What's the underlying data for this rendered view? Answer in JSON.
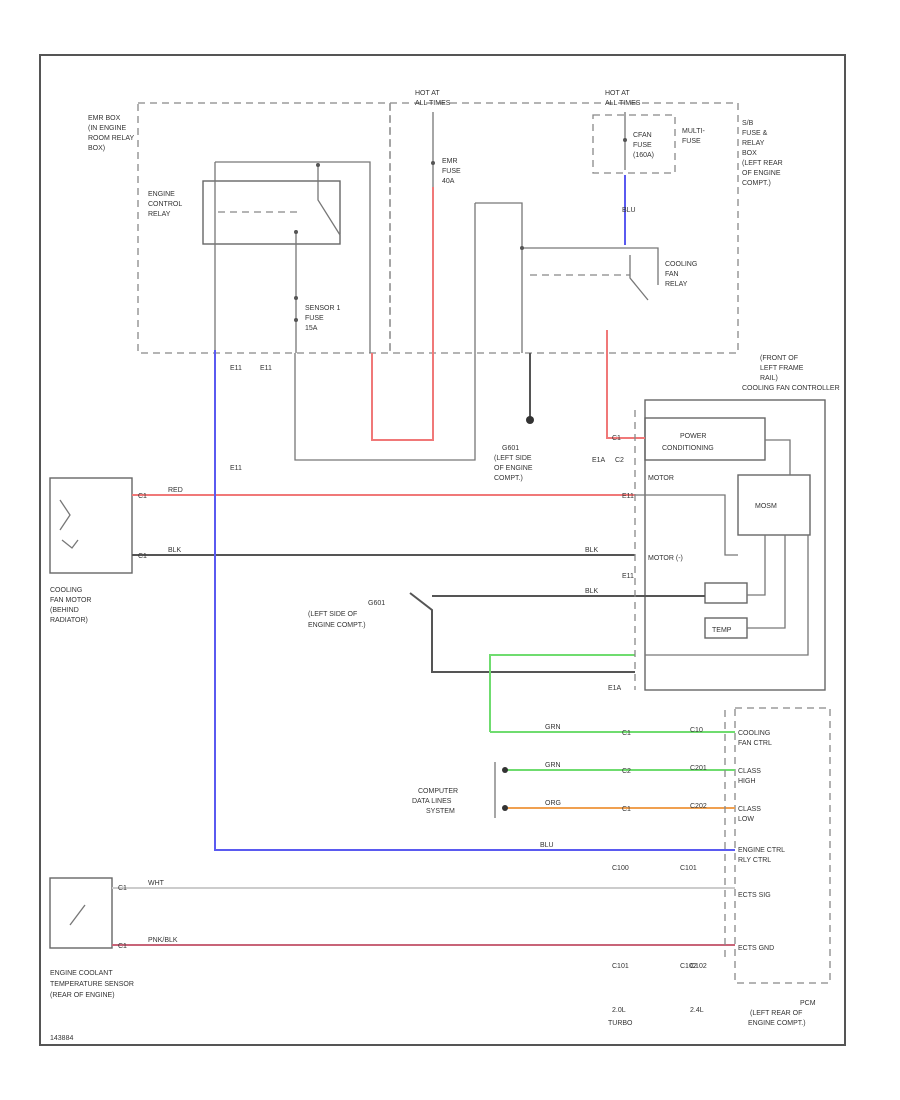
{
  "labels": {
    "emr_box": [
      "EMR BOX",
      "(IN ENGINE",
      "ROOM RELAY",
      "BOX)"
    ],
    "hot_left": [
      "HOT AT",
      "ALL TIMES"
    ],
    "hot_right": [
      "HOT AT",
      "ALL TIMES"
    ],
    "engine_control_relay": [
      "ENGINE",
      "CONTROL",
      "RELAY"
    ],
    "emr_fuse": [
      "EMR",
      "FUSE",
      "40A"
    ],
    "cfan_fuse": [
      "CFAN",
      "FUSE",
      "(160A)"
    ],
    "multi_fuse": [
      "MULTI-",
      "FUSE"
    ],
    "sb_box": [
      "S/B",
      "FUSE &",
      "RELAY",
      "BOX",
      "(LEFT REAR",
      "OF ENGINE",
      "COMPT.)"
    ],
    "cooling_fan_relay": [
      "COOLING",
      "FAN",
      "RELAY"
    ],
    "sensor_fuse": [
      "SENSOR 1",
      "FUSE",
      "15A"
    ],
    "front_frame": [
      "(FRONT OF",
      "LEFT FRAME",
      "RAIL)"
    ],
    "cooling_fan_controller": "COOLING FAN CONTROLLER",
    "power_conditioning": [
      "POWER",
      "CONDITIONING"
    ],
    "mosm": "MOSM",
    "temp": "TEMP",
    "motor_top": "MOTOR",
    "motor_bottom": "MOTOR (-)",
    "g601_top": [
      "G601",
      "(LEFT SIDE",
      "OF ENGINE",
      "COMPT.)"
    ],
    "g601_mid": [
      "G601",
      "(LEFT SIDE OF",
      "ENGINE COMPT.)"
    ],
    "motor_label": [
      "COOLING",
      "FAN MOTOR",
      "(BEHIND",
      "RADIATOR)"
    ],
    "data_lines": [
      "COMPUTER",
      "DATA LINES",
      "SYSTEM"
    ],
    "coolant_sensor": [
      "ENGINE COOLANT",
      "TEMPERATURE SENSOR",
      "(REAR OF ENGINE)"
    ],
    "pcm_pins": [
      [
        "COOLING",
        "FAN CTRL"
      ],
      [
        "CLASS",
        "HIGH"
      ],
      [
        "CLASS",
        "LOW"
      ],
      [
        "ENGINE CTRL",
        "RLY CTRL"
      ],
      [
        "ECTS SIG"
      ],
      [
        "ECTS GND"
      ]
    ],
    "pcm": [
      "PCM",
      "(LEFT REAR OF",
      "ENGINE COMPT.)"
    ],
    "footer_left": [
      "2.0L",
      "TURBO"
    ],
    "footer_right": [
      "2.4L"
    ],
    "connectors": [
      "C1",
      "C1",
      "C1",
      "C1",
      "C1",
      "C2",
      "C10",
      "E1A",
      "E1A",
      "C100",
      "E11",
      "E11",
      "C101",
      "C101",
      "C102",
      "C102",
      "C201",
      "C202",
      "E11",
      "E11",
      "E11",
      "C1",
      "C2",
      "C1"
    ],
    "wire_colors": [
      "RED",
      "BLK",
      "BLU",
      "BLU",
      "GRN",
      "GRN",
      "ORG",
      "WHT",
      "PNK/BLK",
      "BLK",
      "BLK"
    ],
    "corner_code": "143884"
  },
  "colors": {
    "red": "#f07878",
    "blue": "#5a5af0",
    "green": "#6fdc6f",
    "orange": "#f0a050",
    "pink": "#c86478",
    "black": "#555555",
    "gray": "#999999"
  }
}
